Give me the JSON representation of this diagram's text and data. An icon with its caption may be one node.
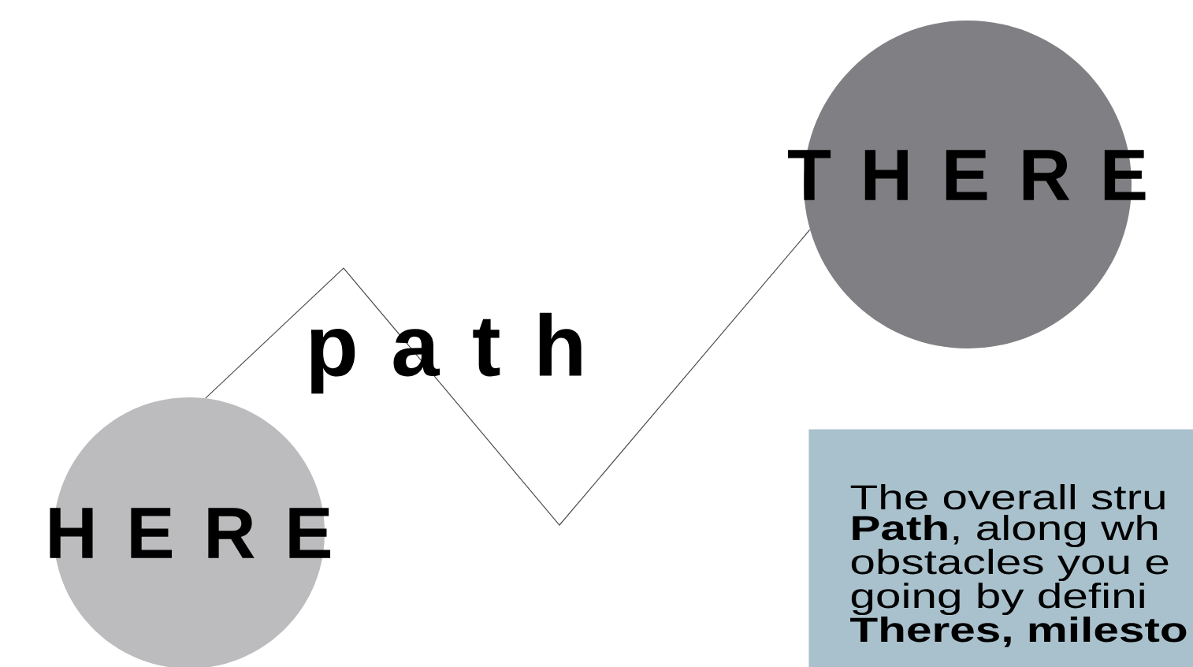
{
  "diagram": {
    "nodes": [
      {
        "text": [
          "H E R E"
        ]
      },
      {
        "text": [
          "T H E R E"
        ]
      },
      {
        "text": [
          "The overall stru **Path**, along wh obstacles you e going by defini **Theres, milesto**"
        ]
      }
    ],
    "edges": [
      {
        "from": 0,
        "to": 1,
        "arrow": "none",
        "label": "p a t h"
      }
    ]
  }
}
